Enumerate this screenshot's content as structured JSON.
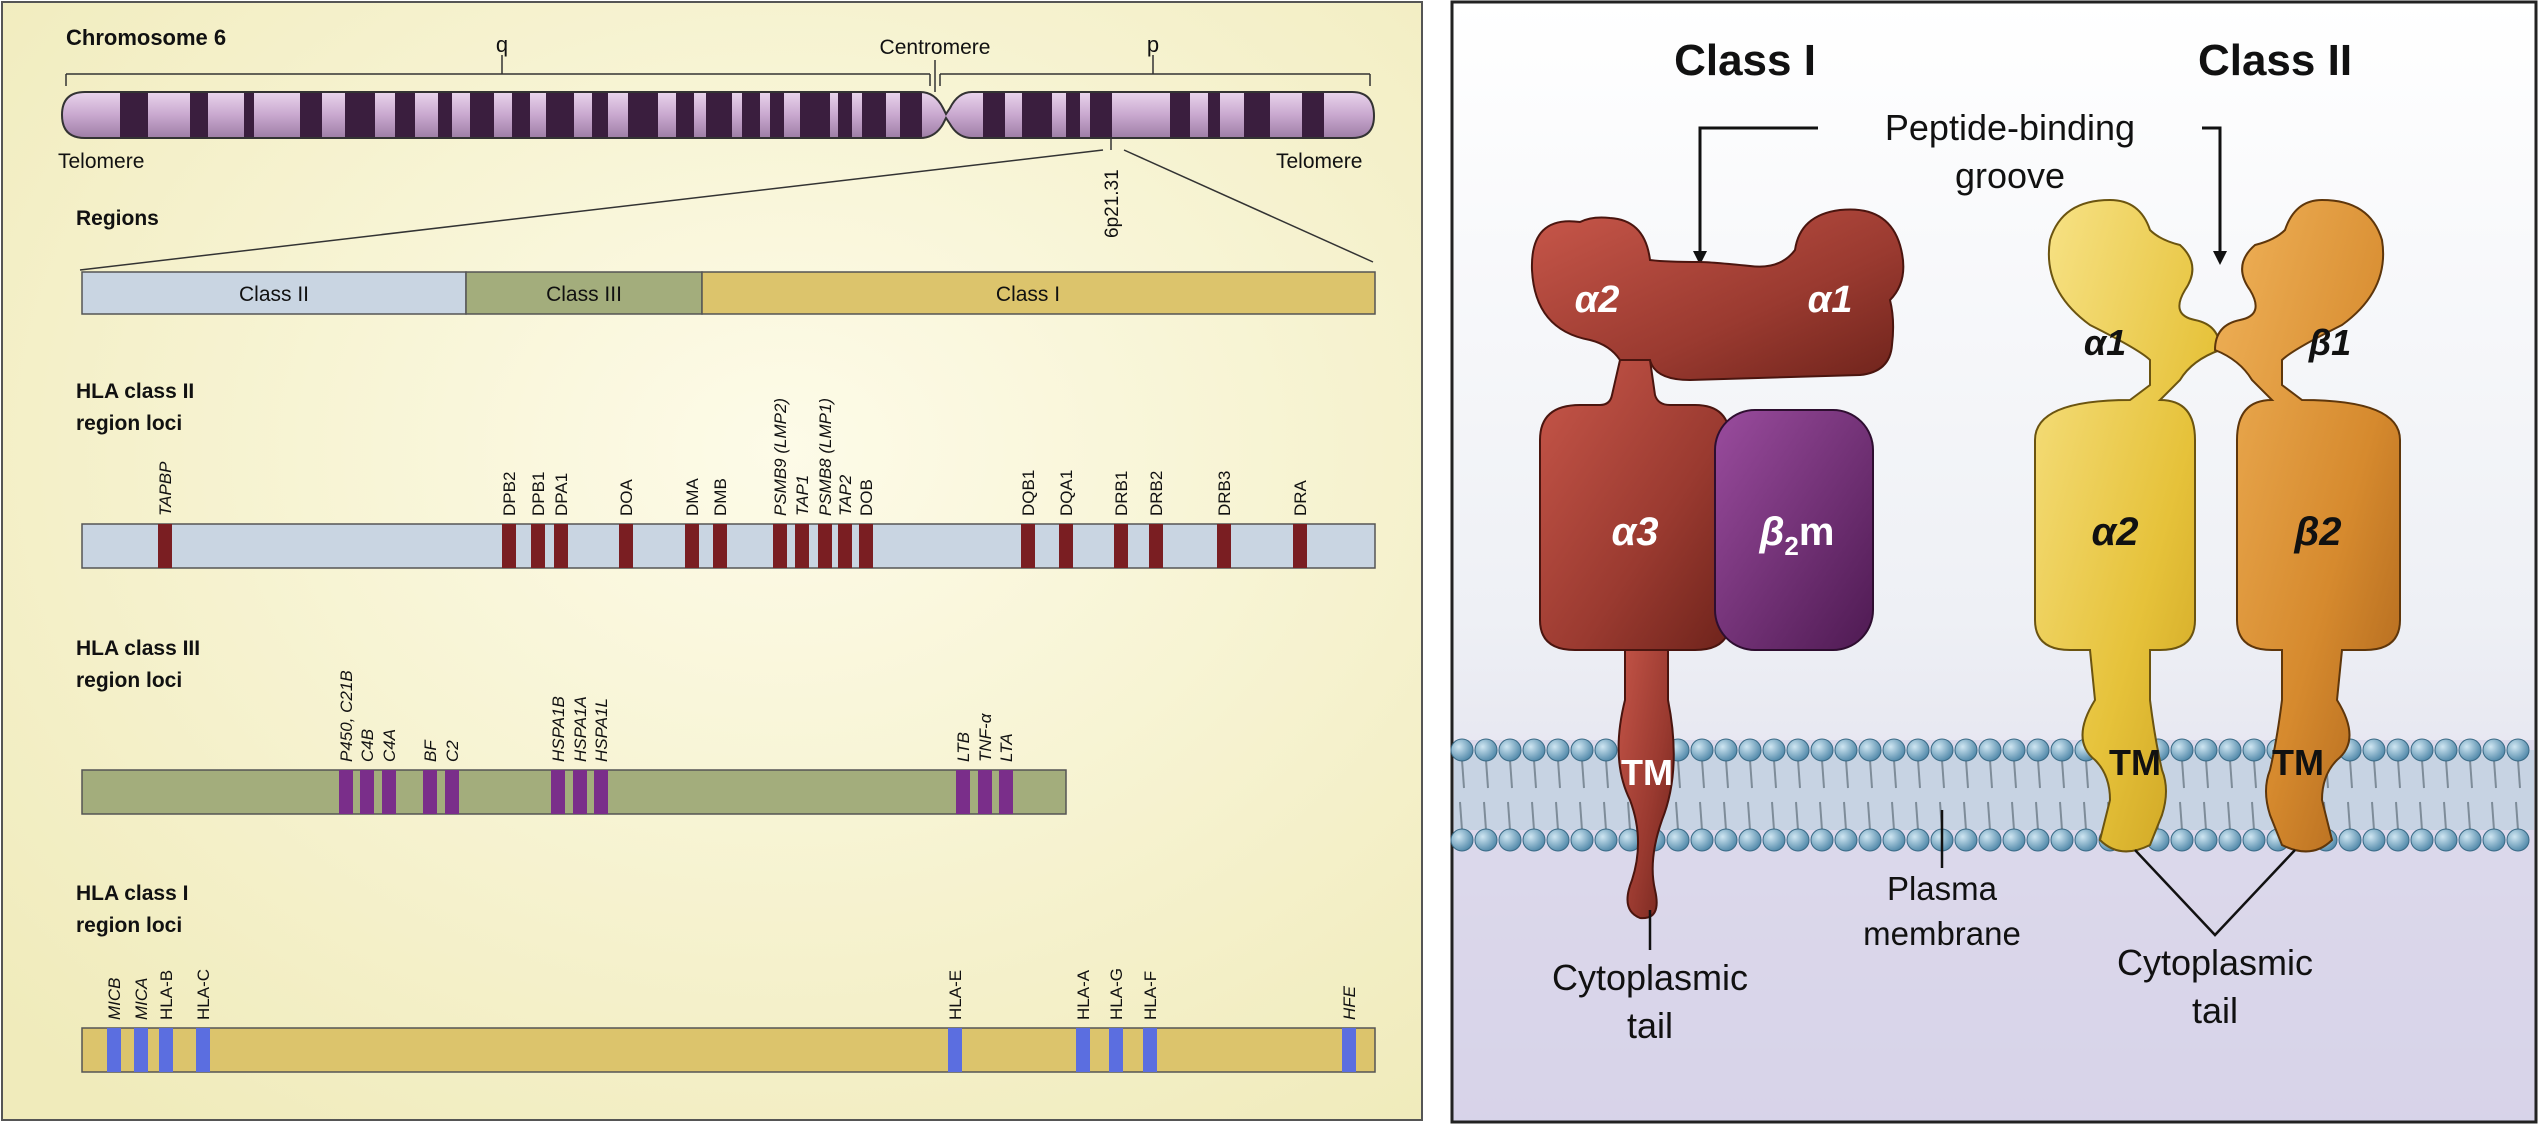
{
  "left_panel": {
    "chromosome_title": "Chromosome 6",
    "arm_q": "q",
    "arm_p": "p",
    "centromere": "Centromere",
    "telomere_left": "Telomere",
    "telomere_right": "Telomere",
    "band": "6p21.31",
    "regions_heading": "Regions",
    "regions": [
      {
        "label": "Class II",
        "color": "#c9d5e2"
      },
      {
        "label": "Class III",
        "color": "#a3ad7c"
      },
      {
        "label": "Class I",
        "color": "#dcc46c"
      }
    ],
    "class2_heading": [
      "HLA class II",
      "region loci"
    ],
    "class2_loci": [
      "TAPBP",
      "DPB2",
      "DPB1",
      "DPA1",
      "DOA",
      "DMA",
      "DMB",
      "PSMB9 (LMP2)",
      "TAP1",
      "PSMB8 (LMP1)",
      "TAP2",
      "DOB",
      "DQB1",
      "DQA1",
      "DRB1",
      "DRB2",
      "DRB3",
      "DRA"
    ],
    "class3_heading": [
      "HLA class III",
      "region loci"
    ],
    "class3_loci": [
      "P450, C21B",
      "C4B",
      "C4A",
      "BF",
      "C2",
      "HSPA1B",
      "HSPA1A",
      "HSPA1L",
      "LTB",
      "TNF-α",
      "LTA"
    ],
    "class1_heading": [
      "HLA class I",
      "region loci"
    ],
    "class1_loci": [
      "MICB",
      "MICA",
      "HLA-B",
      "HLA-C",
      "HLA-E",
      "HLA-A",
      "HLA-G",
      "HLA-F",
      "HFE"
    ]
  },
  "right_panel": {
    "class1_title": "Class I",
    "class2_title": "Class II",
    "groove_label": [
      "Peptide-binding",
      "groove"
    ],
    "class1_domains": {
      "a2": "α2",
      "a1": "α1",
      "a3": "α3",
      "b2m_main": "β",
      "b2m_sub": "2",
      "b2m_end": "m",
      "tm": "TM"
    },
    "class2_domains": {
      "a1": "α1",
      "b1": "β1",
      "a2": "α2",
      "b2": "β2",
      "tm_a": "TM",
      "tm_b": "TM"
    },
    "membrane_label": [
      "Plasma",
      "membrane"
    ],
    "tail_label_1": [
      "Cytoplasmic",
      "tail"
    ],
    "tail_label_2": [
      "Cytoplasmic",
      "tail"
    ],
    "colors": {
      "class1": "#9a3a30",
      "b2m": "#6a2a6e",
      "alpha": "#e6c23a",
      "beta": "#d68a2e",
      "membrane": "#6c9ab4"
    }
  }
}
